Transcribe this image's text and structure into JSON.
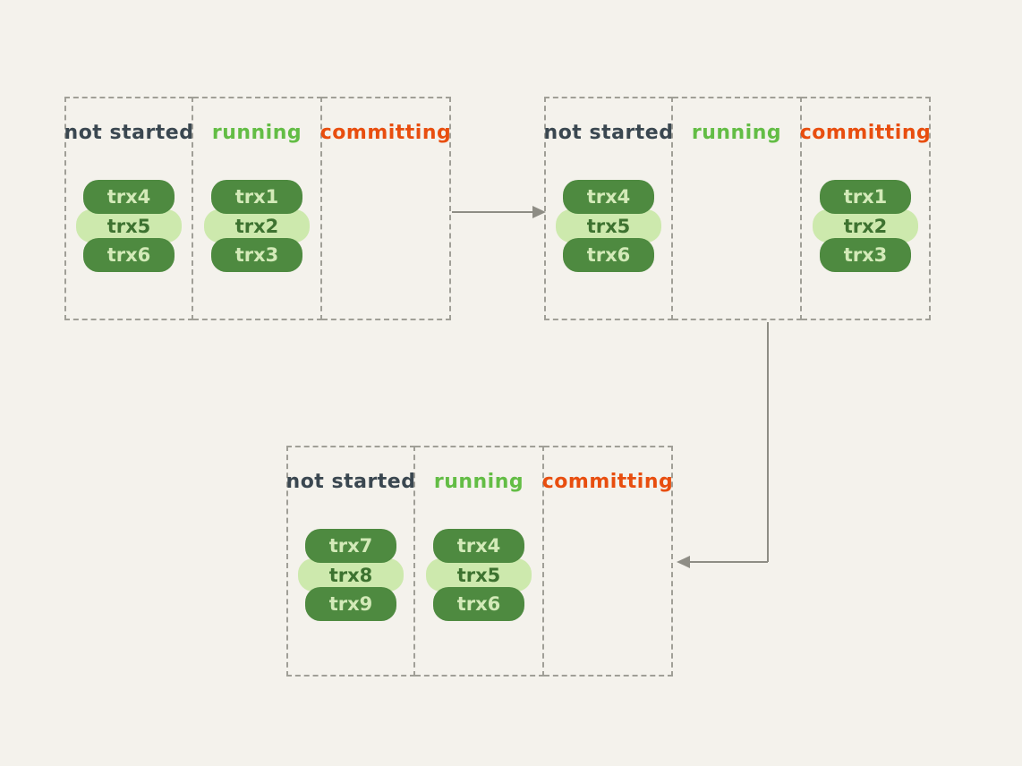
{
  "colors": {
    "background": "#f4f2ec",
    "border": "#a09f97",
    "arrow": "#8e8d85",
    "dark_pill": "#4e8a40",
    "light_pill": "#cde9ad",
    "dark_pill_text": "#d3eab8",
    "light_pill_text": "#3d7230",
    "not_started": "#3a4750",
    "running": "#63bd45",
    "committing": "#e84e0f"
  },
  "panels": [
    {
      "name": "state-1",
      "columns": [
        {
          "label": "not started",
          "type": "not-started",
          "pills": [
            {
              "text": "trx4",
              "variant": "dark"
            },
            {
              "text": "trx5",
              "variant": "light"
            },
            {
              "text": "trx6",
              "variant": "dark"
            }
          ]
        },
        {
          "label": "running",
          "type": "running",
          "pills": [
            {
              "text": "trx1",
              "variant": "dark"
            },
            {
              "text": "trx2",
              "variant": "light"
            },
            {
              "text": "trx3",
              "variant": "dark"
            }
          ]
        },
        {
          "label": "committing",
          "type": "committing",
          "pills": []
        }
      ]
    },
    {
      "name": "state-2",
      "columns": [
        {
          "label": "not started",
          "type": "not-started",
          "pills": [
            {
              "text": "trx4",
              "variant": "dark"
            },
            {
              "text": "trx5",
              "variant": "light"
            },
            {
              "text": "trx6",
              "variant": "dark"
            }
          ]
        },
        {
          "label": "running",
          "type": "running",
          "pills": []
        },
        {
          "label": "committing",
          "type": "committing",
          "pills": [
            {
              "text": "trx1",
              "variant": "dark"
            },
            {
              "text": "trx2",
              "variant": "light"
            },
            {
              "text": "trx3",
              "variant": "dark"
            }
          ]
        }
      ]
    },
    {
      "name": "state-3",
      "columns": [
        {
          "label": "not started",
          "type": "not-started",
          "pills": [
            {
              "text": "trx7",
              "variant": "dark"
            },
            {
              "text": "trx8",
              "variant": "light"
            },
            {
              "text": "trx9",
              "variant": "dark"
            }
          ]
        },
        {
          "label": "running",
          "type": "running",
          "pills": [
            {
              "text": "trx4",
              "variant": "dark"
            },
            {
              "text": "trx5",
              "variant": "light"
            },
            {
              "text": "trx6",
              "variant": "dark"
            }
          ]
        },
        {
          "label": "committing",
          "type": "committing",
          "pills": []
        }
      ]
    }
  ],
  "arrows": [
    {
      "name": "arrow-state1-to-state2",
      "direction": "right"
    },
    {
      "name": "arrow-state2-to-state3",
      "direction": "down-left"
    }
  ]
}
